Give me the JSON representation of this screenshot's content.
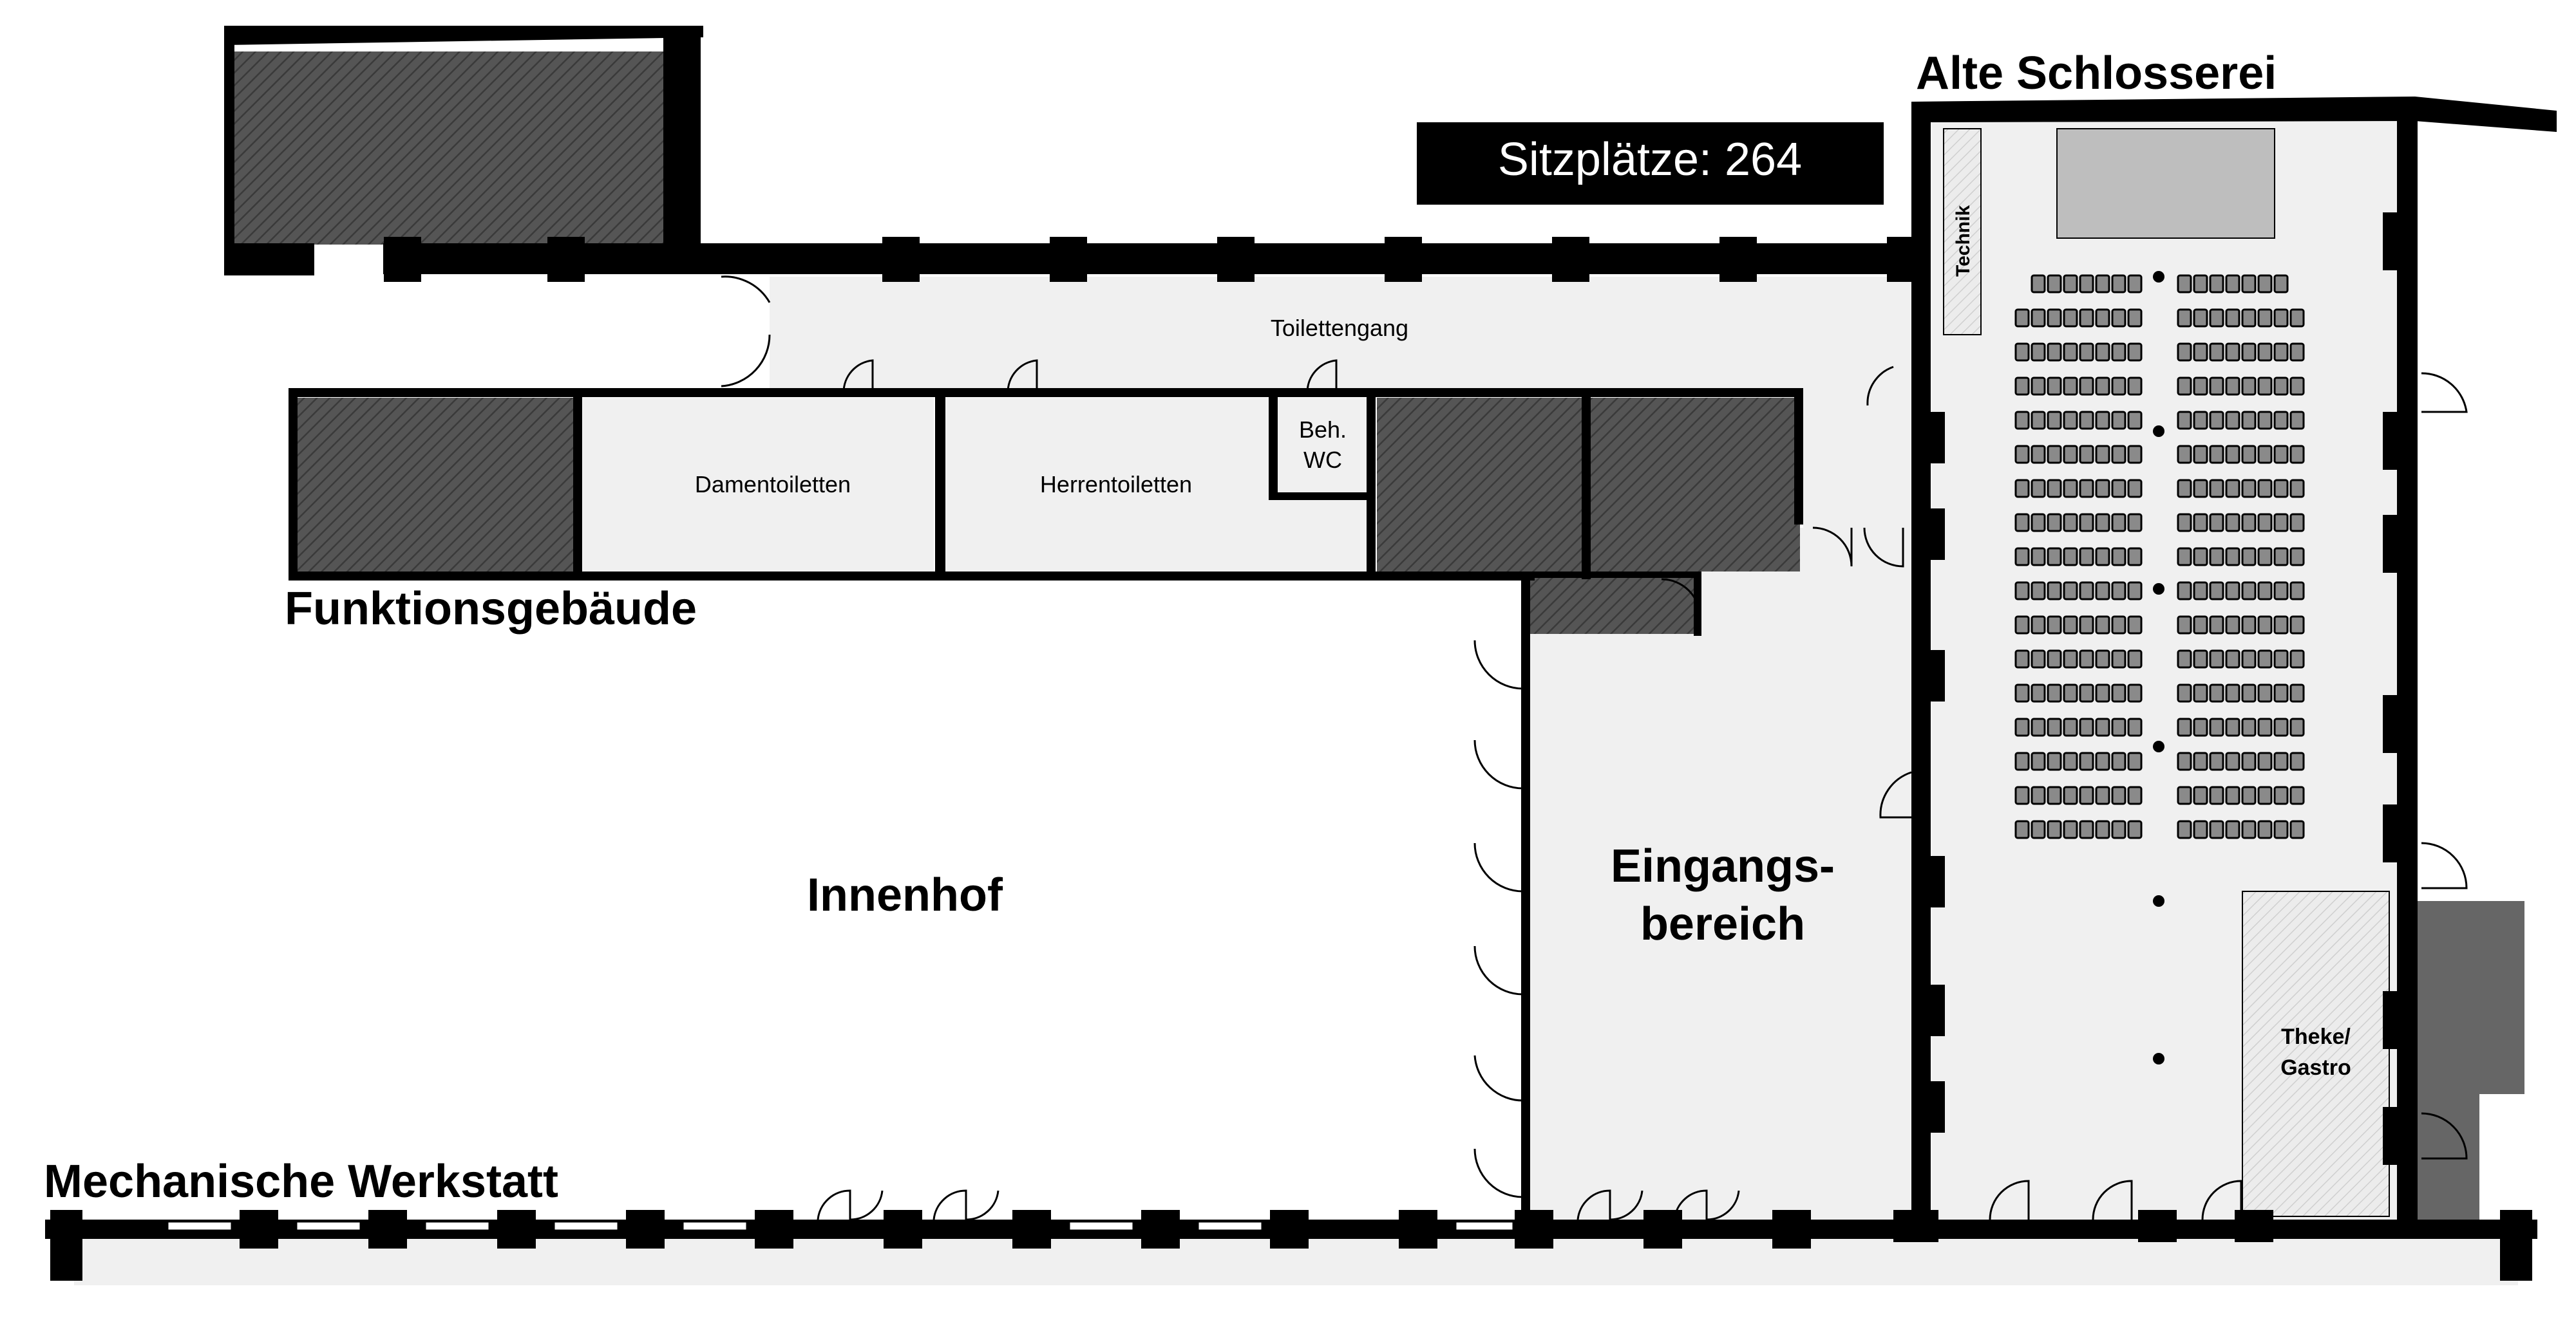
{
  "seat_count_label": "Sitzplätze: 264",
  "buildings": {
    "alte_schlosserei": "Alte Schlosserei",
    "funktionsgebaeude": "Funktionsgebäude",
    "mechanische_werkstatt": "Mechanische Werkstatt"
  },
  "rooms": {
    "toilettengang": "Toilettengang",
    "damentoiletten": "Damentoiletten",
    "herrentoiletten": "Herrentoiletten",
    "beh_wc_line1": "Beh.",
    "beh_wc_line2": "WC",
    "technik": "Technik",
    "innenhof": "Innenhof",
    "eingangsbereich_line1": "Eingangs-",
    "eingangsbereich_line2": "bereich",
    "theke_line1": "Theke/",
    "theke_line2": "Gastro"
  },
  "seating": {
    "rows": 17,
    "seats_per_block_row": 8,
    "blocks": 2
  },
  "colors": {
    "wall": "#000000",
    "floor": "#f0f0f0",
    "hatch_bg": "#555555",
    "stage": "#bebebe",
    "seat": "#8a8a8a",
    "neighbor_building": "#666666",
    "label_box": "#000000",
    "label_box_text": "#ffffff"
  }
}
